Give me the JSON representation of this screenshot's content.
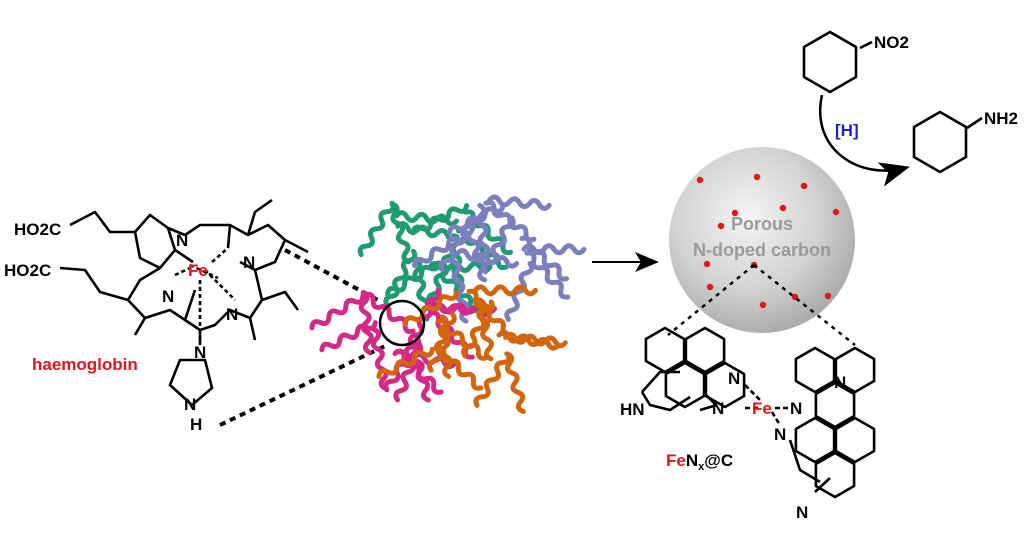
{
  "colors": {
    "iron": "#e8141c",
    "reagent": "#1f1fd0",
    "sphere_text": "#9a9a9a",
    "active_sites": "#e8141c"
  },
  "haem": {
    "acid1": "HO2C",
    "acid2": "HO2C",
    "metal": "Fe",
    "nitrogen": "N",
    "imidazole_h": "H",
    "label": "haemoglobin"
  },
  "reaction": {
    "reactant_group": "NO2",
    "reagent": "[H]",
    "product_group": "NH2"
  },
  "catalyst": {
    "line1": "Porous",
    "line2": "N-doped carbon",
    "metal": "Fe",
    "nitrogen": "N",
    "amine": "HN",
    "label_metal": "Fe",
    "label_rest": "N",
    "label_sub": "x",
    "label_tail": "@C"
  },
  "protein": {
    "chain_colors": [
      "#1f9a73",
      "#7b7fbf",
      "#d42a87",
      "#d4650f"
    ]
  }
}
